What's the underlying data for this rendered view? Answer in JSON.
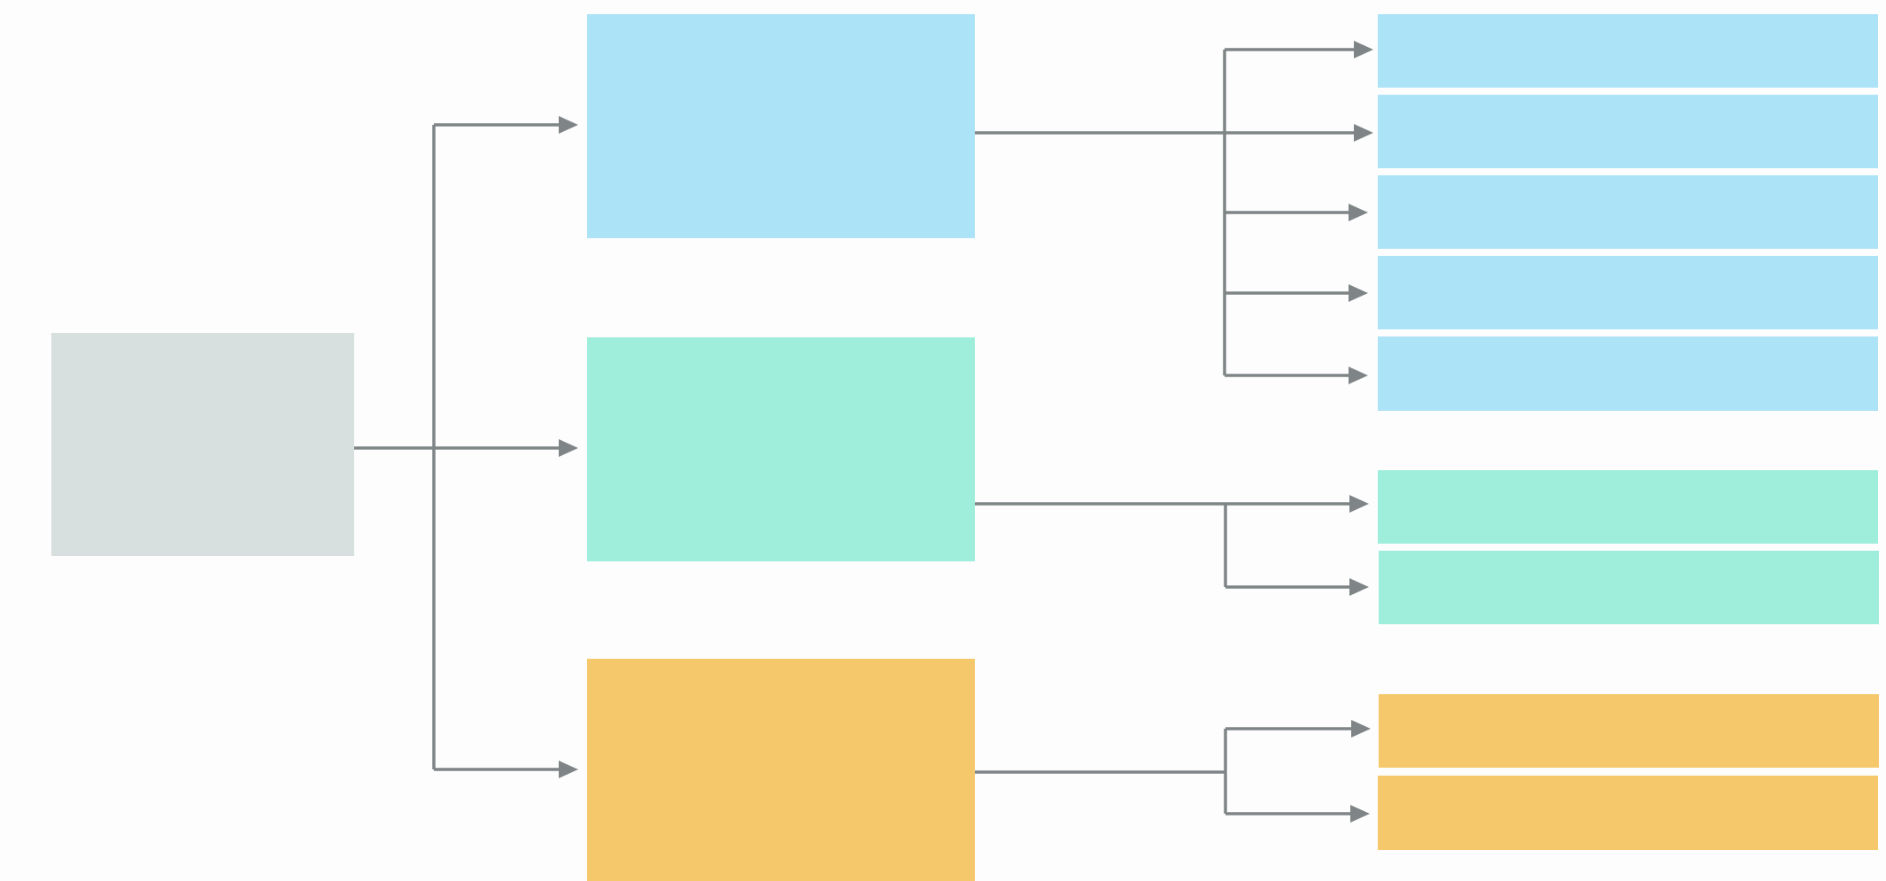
{
  "colors": {
    "root_fill": "#d8dfdf",
    "blue_fill": "#ade3f7",
    "teal_fill": "#9eeedb",
    "orange_fill": "#f5c86c",
    "connector": "#7f8586"
  },
  "root": {
    "label": ""
  },
  "branches": [
    {
      "id": "blue",
      "label": "",
      "children": [
        {
          "label": ""
        },
        {
          "label": ""
        },
        {
          "label": ""
        },
        {
          "label": ""
        },
        {
          "label": ""
        }
      ]
    },
    {
      "id": "teal",
      "label": "",
      "children": [
        {
          "label": ""
        },
        {
          "label": ""
        }
      ]
    },
    {
      "id": "orange",
      "label": "",
      "children": [
        {
          "label": ""
        },
        {
          "label": ""
        }
      ]
    }
  ]
}
